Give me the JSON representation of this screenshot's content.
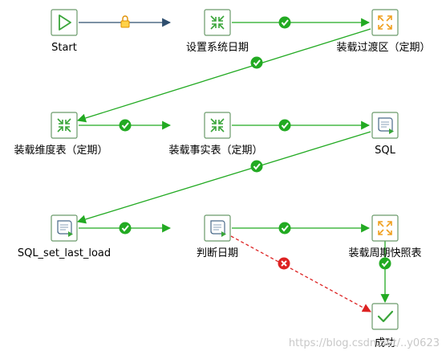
{
  "nodes": [
    {
      "id": "start",
      "label": "Start",
      "icon": "start-icon"
    },
    {
      "id": "setdate",
      "label": "设置系统日期",
      "icon": "set-variables-icon"
    },
    {
      "id": "staging",
      "label": "装载过渡区（定期）",
      "icon": "transformation-icon"
    },
    {
      "id": "dim",
      "label": "装载维度表（定期）",
      "icon": "set-variables-icon"
    },
    {
      "id": "fact",
      "label": "装载事实表（定期）",
      "icon": "set-variables-icon"
    },
    {
      "id": "sql",
      "label": "SQL",
      "icon": "sql-script-icon"
    },
    {
      "id": "sqlset",
      "label": "SQL_set_last_load",
      "icon": "sql-script-icon"
    },
    {
      "id": "judge",
      "label": "判断日期",
      "icon": "evaluate-script-icon"
    },
    {
      "id": "snapshot",
      "label": "装载周期快照表",
      "icon": "transformation-icon"
    },
    {
      "id": "success",
      "label": "成功",
      "icon": "success-check-icon"
    }
  ],
  "hops": [
    {
      "from": "start",
      "to": "setdate",
      "type": "unconditional",
      "badge": "lock-icon",
      "color": "#2f4f6f"
    },
    {
      "from": "setdate",
      "to": "staging",
      "type": "success",
      "badge": "success-icon",
      "color": "#22aa22"
    },
    {
      "from": "staging",
      "to": "dim",
      "type": "success",
      "badge": "success-icon",
      "color": "#22aa22"
    },
    {
      "from": "dim",
      "to": "fact",
      "type": "success",
      "badge": "success-icon",
      "color": "#22aa22"
    },
    {
      "from": "fact",
      "to": "sql",
      "type": "success",
      "badge": "success-icon",
      "color": "#22aa22"
    },
    {
      "from": "sql",
      "to": "sqlset",
      "type": "success",
      "badge": "success-icon",
      "color": "#22aa22"
    },
    {
      "from": "sqlset",
      "to": "judge",
      "type": "success",
      "badge": "success-icon",
      "color": "#22aa22"
    },
    {
      "from": "judge",
      "to": "snapshot",
      "type": "success",
      "badge": "success-icon",
      "color": "#22aa22"
    },
    {
      "from": "judge",
      "to": "success",
      "type": "failure",
      "badge": "failure-icon",
      "color": "#dd2222"
    },
    {
      "from": "snapshot",
      "to": "success",
      "type": "success",
      "badge": "success-icon",
      "color": "#22aa22"
    }
  ],
  "watermark": "https://blog.csdn.net/..y0623",
  "colors": {
    "node_border": "#5a8f5a",
    "success": "#22aa22",
    "failure": "#dd2222",
    "lock": "#f0a000",
    "unconditional": "#2f4f6f"
  }
}
